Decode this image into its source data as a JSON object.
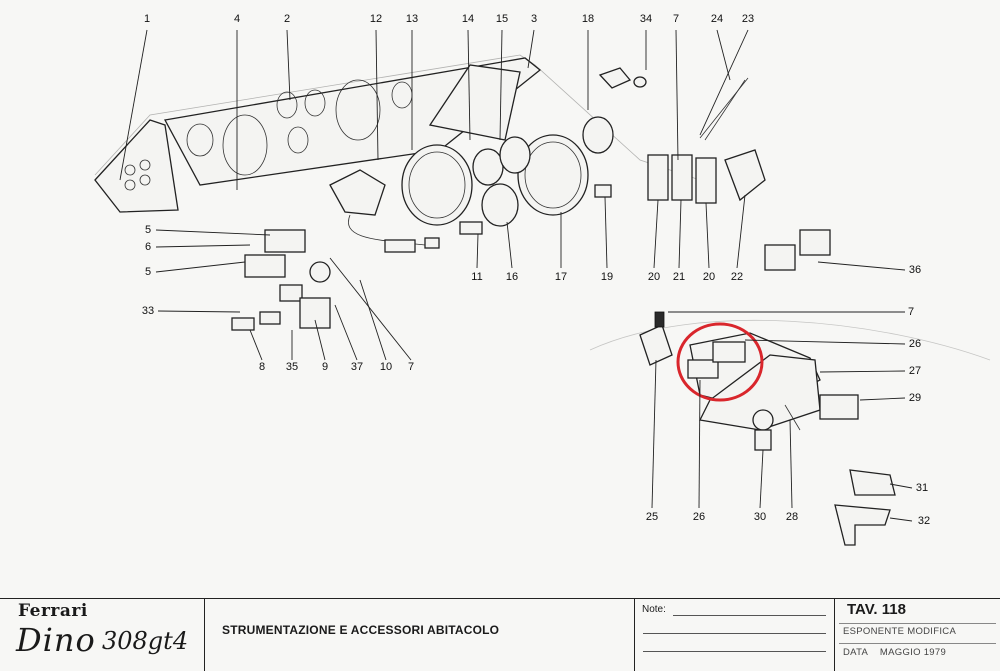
{
  "diagram": {
    "part_numbers": [
      "1",
      "4",
      "2",
      "12",
      "13",
      "14",
      "15",
      "3",
      "18",
      "34",
      "7",
      "24",
      "23",
      "5",
      "6",
      "5",
      "33",
      "8",
      "35",
      "9",
      "37",
      "10",
      "7",
      "11",
      "16",
      "17",
      "19",
      "20",
      "21",
      "20",
      "22",
      "36",
      "7",
      "26",
      "27",
      "29",
      "25",
      "26",
      "30",
      "28",
      "31",
      "32"
    ],
    "highlight_color": "#d9262c"
  },
  "title_block": {
    "brand": "Ferrari",
    "model": "Dino",
    "variant": "308gt4",
    "description": "STRUMENTAZIONE E ACCESSORI ABITACOLO",
    "notes_label": "Note:",
    "table": "TAV. 118",
    "exponent_label": "ESPONENTE MODIFICA",
    "date_label": "DATA",
    "date_value": "MAGGIO 1979"
  }
}
